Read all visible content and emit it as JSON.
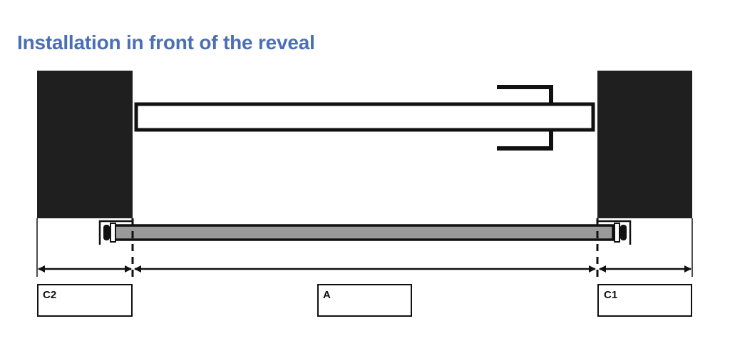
{
  "title": "Installation in front of the reveal",
  "labels": {
    "left": "C2",
    "center": "A",
    "right": "C1"
  },
  "colors": {
    "title": "#4a6fb5",
    "wall": "#1f1f1f",
    "stroke": "#111111",
    "rail_fill": "#9a9a9a",
    "door_fill": "#ffffff"
  }
}
